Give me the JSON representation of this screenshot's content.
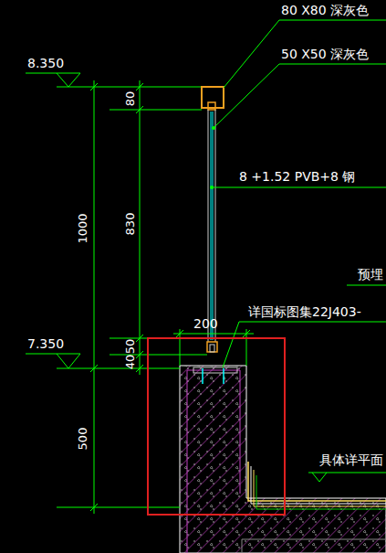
{
  "diagram": {
    "labels": [
      "80 X80 深灰色",
      "50 X50 深灰色",
      "8.350",
      "80",
      "8 +1.52 PVB+8 钢",
      "1000",
      "830",
      "预埋",
      "200",
      "详国标图集22J403-",
      "7.350",
      "50",
      "40",
      "500",
      "具体详平面"
    ]
  }
}
